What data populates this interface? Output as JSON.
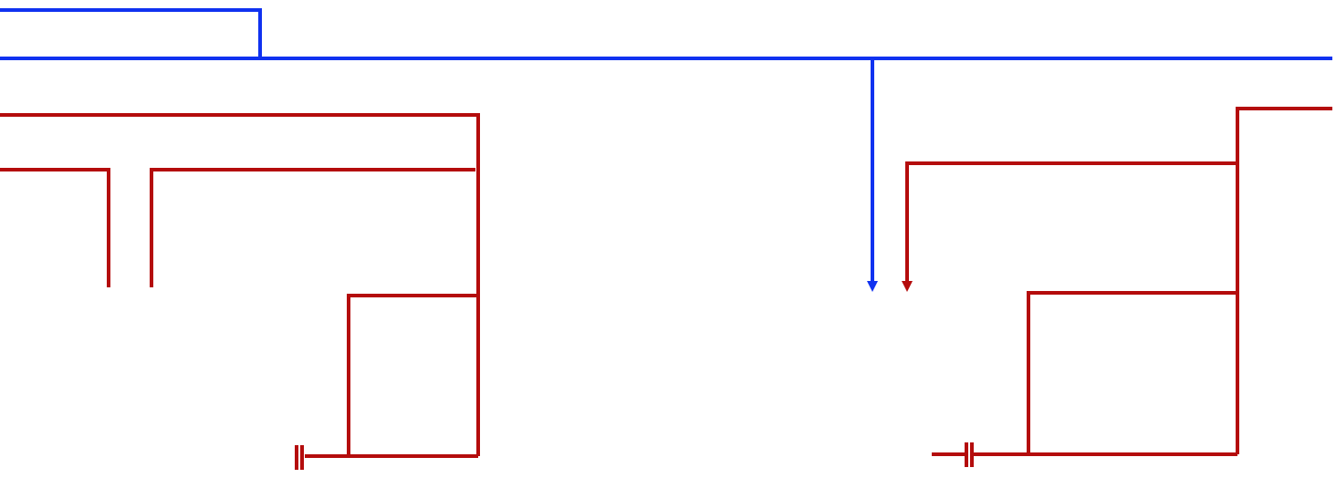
{
  "diagram": {
    "colors": {
      "blue_wire": "#1032f0",
      "red_wire": "#b40c0c",
      "background": "#ffffff"
    },
    "components": [
      {
        "name": "blue-bus-line",
        "kind": "wire",
        "color": "blue_wire"
      },
      {
        "name": "blue-drop-arrow",
        "kind": "arrow",
        "color": "blue_wire"
      },
      {
        "name": "red-left-loop",
        "kind": "wire",
        "color": "red_wire"
      },
      {
        "name": "red-left-capacitor",
        "kind": "capacitor",
        "color": "red_wire"
      },
      {
        "name": "red-right-loop",
        "kind": "wire",
        "color": "red_wire"
      },
      {
        "name": "red-right-arrow",
        "kind": "arrow",
        "color": "red_wire"
      },
      {
        "name": "red-right-capacitor",
        "kind": "capacitor",
        "color": "red_wire"
      }
    ]
  }
}
